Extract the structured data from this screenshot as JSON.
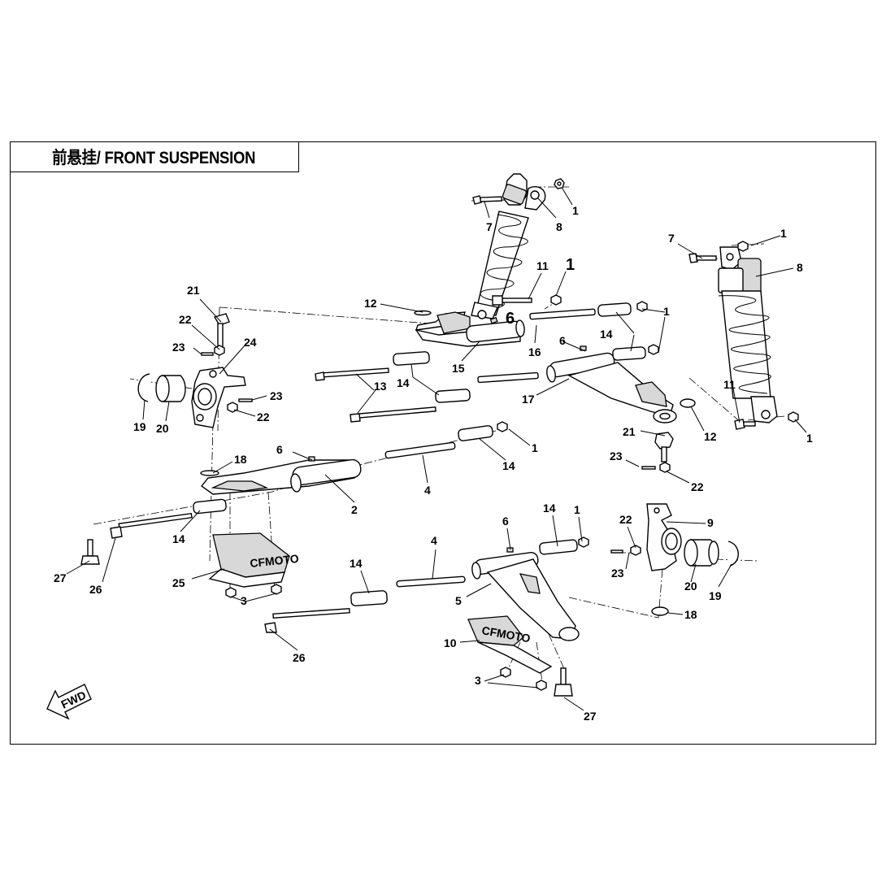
{
  "title": "前悬挂/ FRONT SUSPENSION",
  "fwd_label": "FWD",
  "brand_mark": "CFMOTO",
  "callouts": [
    {
      "id": "c-1a",
      "text": "1"
    },
    {
      "id": "c-8a",
      "text": "8"
    },
    {
      "id": "c-7a",
      "text": "7"
    },
    {
      "id": "c-1b",
      "text": "1"
    },
    {
      "id": "c-7b",
      "text": "7"
    },
    {
      "id": "c-8b",
      "text": "8"
    },
    {
      "id": "c-11a",
      "text": "11"
    },
    {
      "id": "c-1c",
      "text": "1"
    },
    {
      "id": "c-12a",
      "text": "12"
    },
    {
      "id": "c-6a",
      "text": "6"
    },
    {
      "id": "c-14a",
      "text": "14"
    },
    {
      "id": "c-1d",
      "text": "1"
    },
    {
      "id": "c-21a",
      "text": "21"
    },
    {
      "id": "c-22a",
      "text": "22"
    },
    {
      "id": "c-24",
      "text": "24"
    },
    {
      "id": "c-23a",
      "text": "23"
    },
    {
      "id": "c-16",
      "text": "16"
    },
    {
      "id": "c-6b",
      "text": "6"
    },
    {
      "id": "c-15",
      "text": "15"
    },
    {
      "id": "c-13",
      "text": "13"
    },
    {
      "id": "c-14b",
      "text": "14"
    },
    {
      "id": "c-23b",
      "text": "23"
    },
    {
      "id": "c-22b",
      "text": "22"
    },
    {
      "id": "c-17",
      "text": "17"
    },
    {
      "id": "c-11b",
      "text": "11"
    },
    {
      "id": "c-12b",
      "text": "12"
    },
    {
      "id": "c-1e",
      "text": "1"
    },
    {
      "id": "c-19a",
      "text": "19"
    },
    {
      "id": "c-20a",
      "text": "20"
    },
    {
      "id": "c-21b",
      "text": "21"
    },
    {
      "id": "c-6c",
      "text": "6"
    },
    {
      "id": "c-1f",
      "text": "1"
    },
    {
      "id": "c-14c",
      "text": "14"
    },
    {
      "id": "c-18a",
      "text": "18"
    },
    {
      "id": "c-23c",
      "text": "23"
    },
    {
      "id": "c-22c",
      "text": "22"
    },
    {
      "id": "c-2",
      "text": "2"
    },
    {
      "id": "c-4a",
      "text": "4"
    },
    {
      "id": "c-6d",
      "text": "6"
    },
    {
      "id": "c-14d",
      "text": "14"
    },
    {
      "id": "c-1g",
      "text": "1"
    },
    {
      "id": "c-22d",
      "text": "22"
    },
    {
      "id": "c-9",
      "text": "9"
    },
    {
      "id": "c-14e",
      "text": "14"
    },
    {
      "id": "c-27a",
      "text": "27"
    },
    {
      "id": "c-26a",
      "text": "26"
    },
    {
      "id": "c-25",
      "text": "25"
    },
    {
      "id": "c-4b",
      "text": "4"
    },
    {
      "id": "c-14f",
      "text": "14"
    },
    {
      "id": "c-3a",
      "text": "3"
    },
    {
      "id": "c-23d",
      "text": "23"
    },
    {
      "id": "c-20b",
      "text": "20"
    },
    {
      "id": "c-19b",
      "text": "19"
    },
    {
      "id": "c-5",
      "text": "5"
    },
    {
      "id": "c-18b",
      "text": "18"
    },
    {
      "id": "c-10",
      "text": "10"
    },
    {
      "id": "c-26b",
      "text": "26"
    },
    {
      "id": "c-3b",
      "text": "3"
    },
    {
      "id": "c-27b",
      "text": "27"
    }
  ]
}
